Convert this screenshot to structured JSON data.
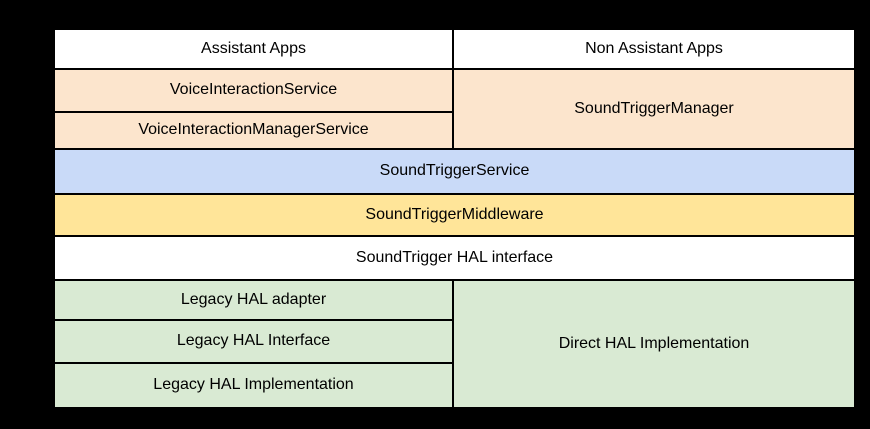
{
  "diagram": {
    "colors": {
      "background": "#000000",
      "border": "#000000",
      "text": "#000000",
      "apps_row": "#ffffff",
      "framework_api": "#fce5cd",
      "system_service": "#c9daf8",
      "middleware": "#ffe599",
      "hal_interface_row": "#ffffff",
      "hal_impl": "#d9ead3"
    },
    "cells": {
      "assistant_apps": {
        "label": "Assistant Apps"
      },
      "non_assistant_apps": {
        "label": "Non Assistant Apps"
      },
      "voice_interaction_service": {
        "label": "VoiceInteractionService"
      },
      "voice_interaction_manager_service": {
        "label": "VoiceInteractionManagerService"
      },
      "sound_trigger_manager": {
        "label": "SoundTriggerManager"
      },
      "sound_trigger_service": {
        "label": "SoundTriggerService"
      },
      "sound_trigger_middleware": {
        "label": "SoundTriggerMiddleware"
      },
      "sound_trigger_hal_interface": {
        "label": "SoundTrigger HAL interface"
      },
      "legacy_hal_adapter": {
        "label": "Legacy HAL adapter"
      },
      "legacy_hal_interface": {
        "label": "Legacy HAL Interface"
      },
      "legacy_hal_implementation": {
        "label": "Legacy HAL Implementation"
      },
      "direct_hal_implementation": {
        "label": "Direct HAL Implementation"
      }
    }
  }
}
